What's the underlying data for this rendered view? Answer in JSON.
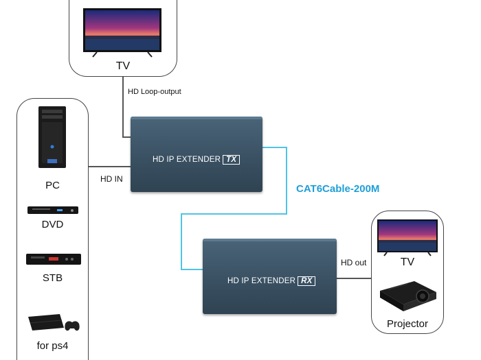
{
  "top_tv": {
    "label": "TV"
  },
  "loop_output": {
    "label": "HD Loop-output"
  },
  "sources": {
    "items": [
      {
        "label": "PC",
        "icon": "pc-tower-icon"
      },
      {
        "label": "DVD",
        "icon": "dvd-player-icon"
      },
      {
        "label": "STB",
        "icon": "set-top-box-icon"
      },
      {
        "label": "for ps4",
        "icon": "ps4-console-icon"
      }
    ]
  },
  "hd_in": {
    "label": "HD IN"
  },
  "transmitter": {
    "name": "HD IP EXTENDER",
    "tag": "TX"
  },
  "cable": {
    "label": "CAT6Cable-200M"
  },
  "receiver": {
    "name": "HD IP EXTENDER",
    "tag": "RX"
  },
  "hd_out": {
    "label": "HD out"
  },
  "outputs": {
    "items": [
      {
        "label": "TV",
        "icon": "tv-icon"
      },
      {
        "label": "Projector",
        "icon": "projector-icon"
      }
    ]
  },
  "colors": {
    "cable": "#4fc3e6",
    "cable_text": "#1e9fd8",
    "device": "#3a5163"
  }
}
